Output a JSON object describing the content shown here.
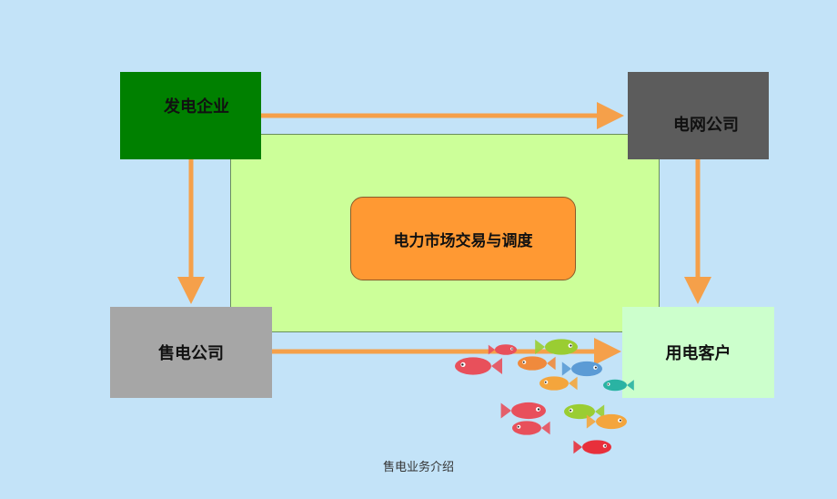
{
  "diagram": {
    "nodes": {
      "generation": "发电企业",
      "grid": "电网公司",
      "retail": "售电公司",
      "customer": "用电客户"
    },
    "center_label": "电力市场交易与调度",
    "edges": [
      {
        "from": "generation",
        "to": "grid"
      },
      {
        "from": "generation",
        "to": "retail"
      },
      {
        "from": "grid",
        "to": "customer"
      },
      {
        "from": "retail",
        "to": "customer"
      }
    ]
  },
  "footer": {
    "caption": "售电业务介绍"
  },
  "colors": {
    "background": "#c3e3f8",
    "generation": "#008000",
    "grid": "#5c5c5c",
    "retail": "#a6a6a6",
    "customer": "#ccffcc",
    "center_area": "#ccff99",
    "market_box": "#ff9933",
    "arrow": "#f5a04a"
  },
  "decoration": {
    "icon": "fish-school-clipart"
  }
}
